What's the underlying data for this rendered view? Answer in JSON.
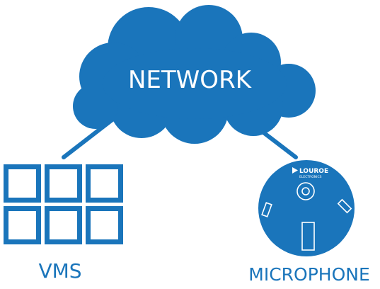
{
  "colors": {
    "primary": "#1a75bb",
    "tile_fill": "#ffffff",
    "background": "#ffffff"
  },
  "nodes": {
    "network": {
      "label": "NETWORK",
      "icon": "cloud-icon"
    },
    "vms": {
      "label": "VMS",
      "icon": "video-grid-icon"
    },
    "microphone": {
      "label": "MICROPHONE",
      "icon": "microphone-device-icon",
      "brand": "LOUROE",
      "brand_sub": "ELECTRONICS"
    }
  },
  "edges": [
    {
      "from": "network",
      "to": "vms"
    },
    {
      "from": "network",
      "to": "microphone"
    }
  ]
}
